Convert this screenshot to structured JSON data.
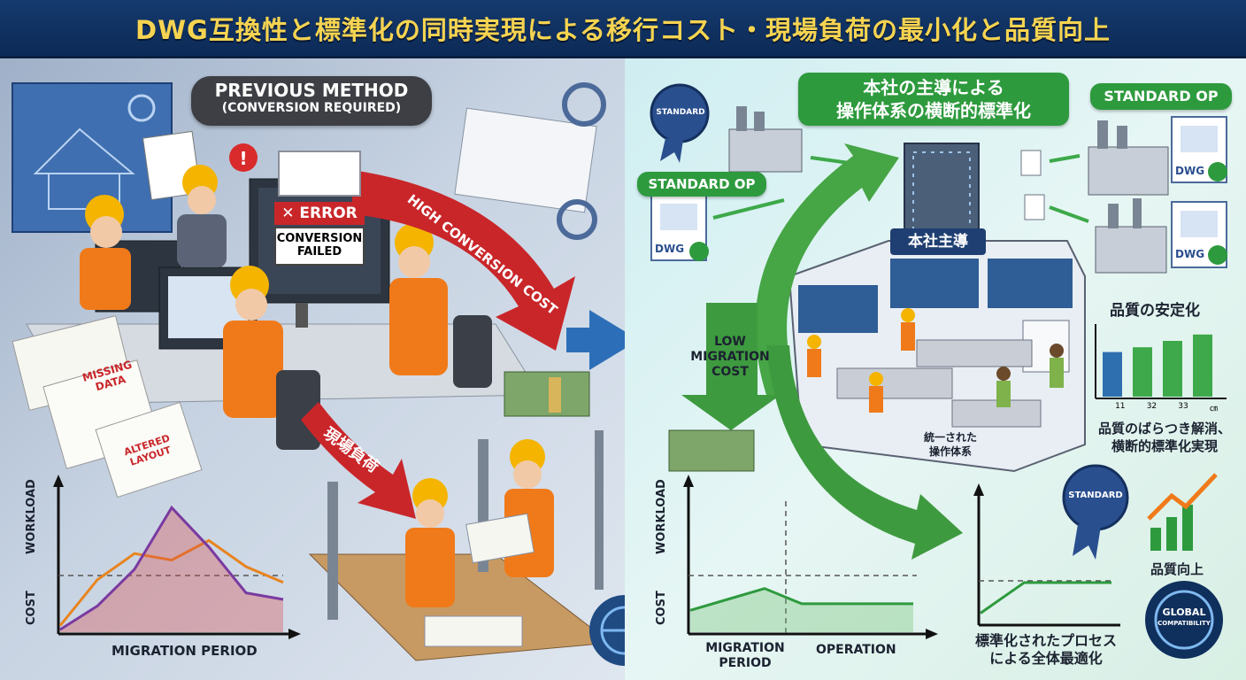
{
  "title": "DWG互換性と標準化の同時実現による移行コスト・現場負荷の最小化と品質向上",
  "left": {
    "method_title": "PREVIOUS METHOD",
    "method_sub": "(CONVERSION REQUIRED)",
    "error_label": "ERROR",
    "error_message": "CONVERSION FAILED",
    "arrow_cost": "HIGH CONVERSION COST",
    "arrow_field": "現場負荷",
    "doc_missing": "MISSING DATA",
    "doc_altered": "ALTERED LAYOUT",
    "chart": {
      "ylabel_top": "WORKLOAD",
      "ylabel_bottom": "COST",
      "xlabel": "MIGRATION PERIOD"
    }
  },
  "right": {
    "hq_title_l1": "本社の主導による",
    "hq_title_l2": "操作体系の横断的標準化",
    "standard_op_left": "STANDARD OP",
    "standard_op_right": "STANDARD OP",
    "ribbon_label": "STANDARD",
    "dwg_label": "DWG",
    "hq_lead": "本社主導",
    "low_cost_l1": "LOW",
    "low_cost_l2": "MIGRATION",
    "low_cost_l3": "COST",
    "unified_l1": "統一された",
    "unified_l2": "操作体系",
    "quality_stable": "品質の安定化",
    "bar_ticks": [
      "11",
      "32",
      "33",
      "㎝"
    ],
    "variance_l1": "品質のばらつき解消、",
    "variance_l2": "横断的標準化実現",
    "quality_up": "品質向上",
    "global_l1": "GLOBAL",
    "global_l2": "COMPATIBILITY",
    "process_l1": "標準化されたプロセス",
    "process_l2": "による全体最適化",
    "chart": {
      "ylabel_top": "WORKLOAD",
      "ylabel_bottom": "COST",
      "xlabel_left_l1": "MIGRATION",
      "xlabel_left_l2": "PERIOD",
      "xlabel_right": "OPERATION"
    }
  },
  "chart_data": [
    {
      "type": "line",
      "title": "",
      "xlabel": "MIGRATION PERIOD",
      "ylabel": "COST / WORKLOAD",
      "x": [
        0,
        1,
        2,
        3,
        4,
        5,
        6
      ],
      "series": [
        {
          "name": "cost",
          "values": [
            5,
            40,
            60,
            55,
            70,
            50,
            38
          ]
        },
        {
          "name": "workload",
          "values": [
            2,
            20,
            48,
            95,
            65,
            30,
            25
          ]
        }
      ],
      "ylim": [
        0,
        100
      ]
    },
    {
      "type": "line",
      "title": "",
      "xlabel": "MIGRATION PERIOD / OPERATION",
      "ylabel": "COST / WORKLOAD",
      "x": [
        0,
        1,
        2,
        3,
        4,
        5,
        6
      ],
      "series": [
        {
          "name": "workload",
          "values": [
            10,
            15,
            20,
            13,
            13,
            13,
            13
          ]
        }
      ],
      "ylim": [
        0,
        60
      ]
    },
    {
      "type": "line",
      "title": "",
      "xlabel": "",
      "ylabel": "",
      "x": [
        0,
        1,
        2,
        3
      ],
      "series": [
        {
          "name": "process",
          "values": [
            5,
            20,
            20,
            20
          ]
        }
      ],
      "ylim": [
        0,
        60
      ]
    },
    {
      "type": "bar",
      "title": "品質の安定化",
      "categories": [
        "11",
        "32",
        "33",
        "㎝"
      ],
      "values": [
        56,
        62,
        70,
        78
      ],
      "ylim": [
        0,
        100
      ]
    }
  ]
}
